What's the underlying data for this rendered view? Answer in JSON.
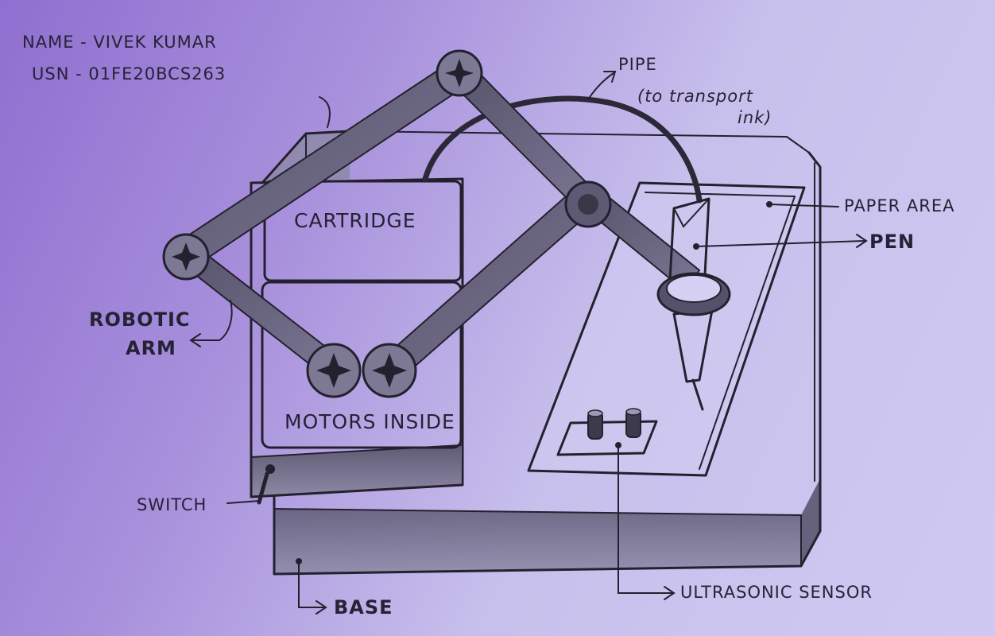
{
  "header": {
    "name_line": "NAME - VIVEK KUMAR",
    "usn_line": "USN - 01FE20BCS263"
  },
  "labels": {
    "pipe": "PIPE",
    "pipe_note_1": "(to transport",
    "pipe_note_2": "ink)",
    "paper_area": "PAPER AREA",
    "pen": "PEN",
    "robotic_1": "ROBOTIC",
    "robotic_2": "ARM",
    "cartridge": "CARTRIDGE",
    "motors": "MOTORS INSIDE",
    "switch": "SWITCH",
    "base": "BASE",
    "ultrasonic": "ULTRASONIC SENSOR"
  },
  "colors": {
    "ink": "#24212f",
    "shade": "#6d6a80",
    "light_shade": "#b9b5d6"
  }
}
